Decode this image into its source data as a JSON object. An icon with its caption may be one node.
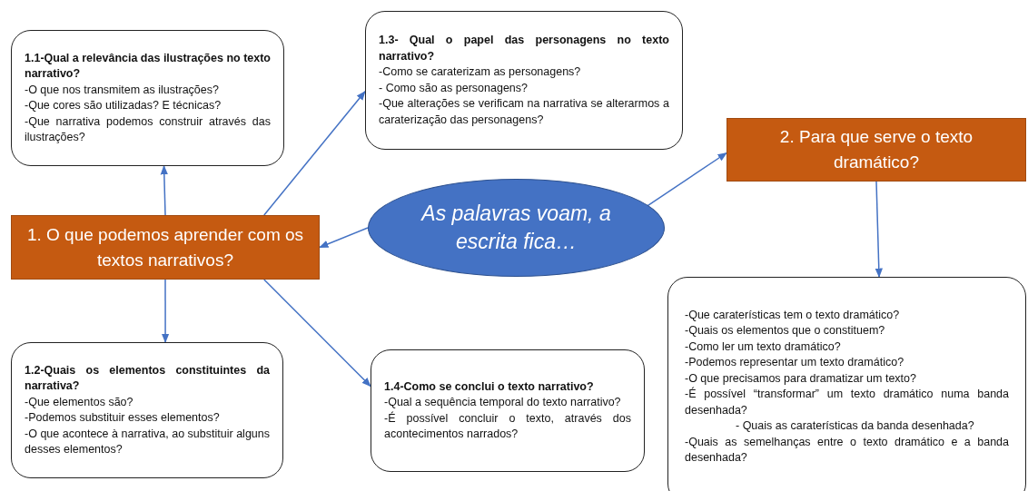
{
  "diagram": {
    "nodes": [
      {
        "text": [
          "As palavras voam, a escrita fica…"
        ]
      },
      {
        "text": [
          "1. O que podemos aprender com os textos narrativos?"
        ]
      },
      {
        "text": [
          "1.1-Qual a relevância das ilustrações no texto narrativo?",
          "-O que nos transmitem as ilustrações?",
          "-Que cores são utilizadas? E técnicas?",
          "-Que narrativa podemos construir através das ilustrações?"
        ]
      },
      {
        "text": [
          "1.3- Qual o papel das personagens no texto narrativo?",
          "-Como se caraterizam as personagens?",
          "- Como são as personagens?",
          "-Que alterações se verificam na narrativa se alterarmos a caraterização das personagens?"
        ]
      },
      {
        "text": [
          "1.2-Quais os elementos constituintes da narrativa?",
          "-Que elementos são?",
          "-Podemos substituir esses elementos?",
          "-O que acontece à narrativa, ao substituir alguns desses elementos?"
        ]
      },
      {
        "text": [
          "1.4-Como se conclui o texto narrativo?",
          "-Qual a sequência temporal do texto narrativo?",
          "-É possível concluir o texto, através dos acontecimentos narrados?"
        ]
      },
      {
        "text": [
          "2. Para que serve o texto dramático?"
        ]
      },
      {
        "text": [
          "-Que caraterísticas tem o texto dramático?",
          "-Quais os elementos que o constituem?",
          "-Como ler um texto dramático?",
          "-Podemos representar um texto dramático?",
          "-O que precisamos para dramatizar um texto?",
          "-É possível “transformar” um texto dramático numa banda desenhada?",
          "- Quais as caraterísticas da banda desenhada?",
          "-Quais as semelhanças entre o texto dramático e a banda desenhada?"
        ]
      }
    ],
    "edges": [
      {
        "from": 0,
        "to": 1,
        "arrow": "to"
      },
      {
        "from": 0,
        "to": 6,
        "arrow": "to"
      },
      {
        "from": 1,
        "to": 2,
        "arrow": "to"
      },
      {
        "from": 1,
        "to": 3,
        "arrow": "to"
      },
      {
        "from": 1,
        "to": 4,
        "arrow": "to"
      },
      {
        "from": 1,
        "to": 5,
        "arrow": "to"
      },
      {
        "from": 6,
        "to": 7,
        "arrow": "to"
      }
    ]
  }
}
